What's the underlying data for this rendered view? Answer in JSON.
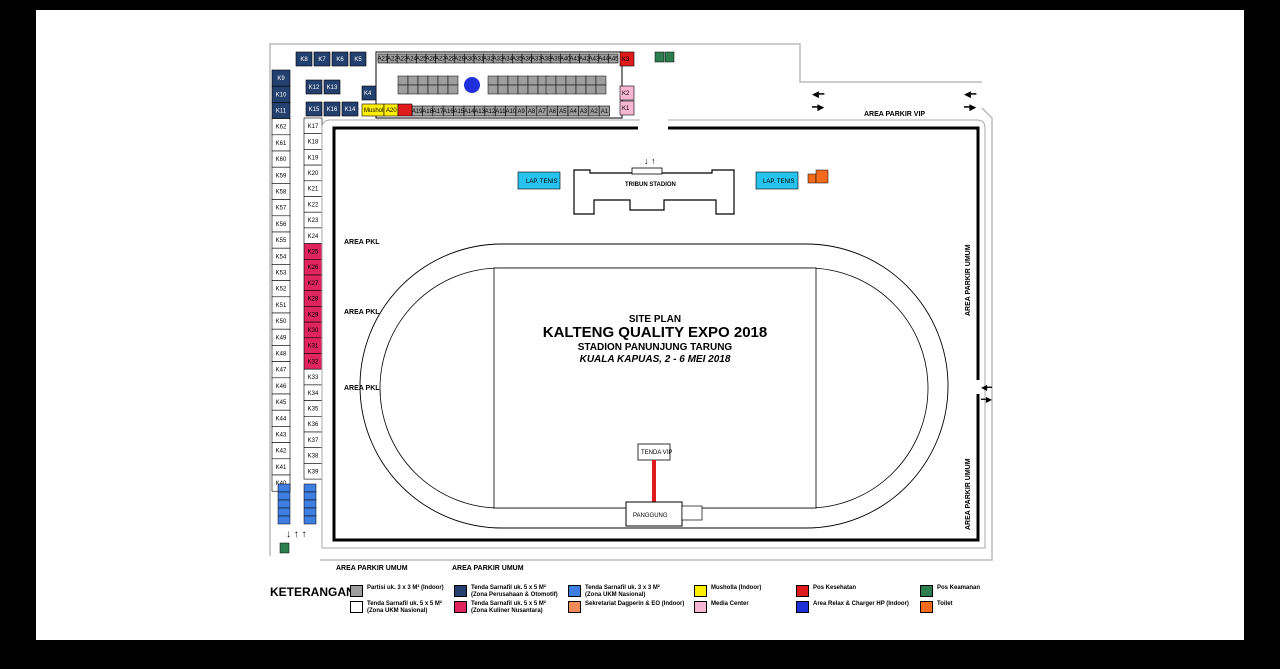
{
  "title": {
    "line1": "SITE PLAN",
    "line2": "KALTENG QUALITY EXPO 2018",
    "line3": "STADION PANUNJUNG TARUNG",
    "line4": "KUALA KAPUAS, 2 - 6 MEI 2018"
  },
  "labels": {
    "tribun": "TRIBUN STADION",
    "lap_tenis": "LAP. TENIS",
    "tenda_vip": "TENDA VIP",
    "panggung": "PANGGUNG",
    "area_parkir_vip": "AREA PARKIR VIP",
    "area_parkir_umum": "AREA PARKIR UMUM",
    "area_pkl": "AREA PKL",
    "mushola": "Mushola",
    "a20": "A20"
  },
  "booths": {
    "top": [
      "K8",
      "K7",
      "K6",
      "K5"
    ],
    "row_k": [
      "K12",
      "K13"
    ],
    "row_k2": [
      "K15",
      "K16",
      "K14"
    ],
    "k4": "K4",
    "k3": "K3",
    "k2": "K2",
    "k1": "K1",
    "left_col": [
      "K9",
      "K10",
      "K11",
      "K62",
      "K61",
      "K60",
      "K59",
      "K58",
      "K57",
      "K56",
      "K55",
      "K54",
      "K53",
      "K52",
      "K51",
      "K50",
      "K49",
      "K48",
      "K47",
      "K46",
      "K45",
      "K44",
      "K43",
      "K42",
      "K41",
      "K40"
    ],
    "right_col": [
      "K17",
      "K18",
      "K19",
      "K20",
      "K21",
      "K22",
      "K23",
      "K24",
      "K25",
      "K26",
      "K27",
      "K28",
      "K29",
      "K30",
      "K31",
      "K32",
      "K33",
      "K34",
      "K35",
      "K36",
      "K37",
      "K38",
      "K39"
    ],
    "a_top": [
      "A21",
      "A22",
      "A23",
      "A24",
      "A25",
      "A26",
      "A27",
      "A28",
      "A29",
      "A30",
      "A31",
      "A32",
      "A33",
      "A34",
      "A35",
      "A36",
      "A37",
      "A38",
      "A39",
      "A40",
      "A41",
      "A42",
      "A43",
      "A44",
      "A45"
    ],
    "a_bottom": [
      "A19",
      "A18",
      "A17",
      "A16",
      "A15",
      "A14",
      "A13",
      "A12",
      "A11",
      "A10",
      "A9",
      "A8",
      "A7",
      "A6",
      "A5",
      "A4",
      "A3",
      "A2",
      "A1"
    ]
  },
  "legend": {
    "title": "KETERANGAN :",
    "items": [
      {
        "line1": "Partisi uk. 3 x 3 M² (Indoor)",
        "line2": "",
        "color": "#9e9e9e"
      },
      {
        "line1": "Tenda Sarnafil uk. 5 x 5 M²",
        "line2": "(Zona Perusahaan & Otomotif)",
        "color": "#24406e"
      },
      {
        "line1": "Tenda Sarnafil uk. 3 x 3 M²",
        "line2": "(Zona UKM Nasional)",
        "color": "#3e7ee0"
      },
      {
        "line1": "Musholla (Indoor)",
        "line2": "",
        "color": "#ffee00"
      },
      {
        "line1": "Pos Kesehatan",
        "line2": "",
        "color": "#e01b1b"
      },
      {
        "line1": "Pos Keamanan",
        "line2": "",
        "color": "#2e7d4f"
      },
      {
        "line1": "Tenda Sarnafil uk. 5 x 5 M²",
        "line2": "(Zona UKM Nasional)",
        "color": "#ffffff"
      },
      {
        "line1": "Tenda Sarnafil uk. 5 x 5 M²",
        "line2": "(Zona Kuliner Nusantara)",
        "color": "#e0245e"
      },
      {
        "line1": "Sekretariat Dagperin & EO (Indoor)",
        "line2": "",
        "color": "#f08a5a"
      },
      {
        "line1": "Media Center",
        "line2": "",
        "color": "#f7b6d2"
      },
      {
        "line1": "Area Relax & Charger HP (Indoor)",
        "line2": "",
        "color": "#1f2fd9"
      },
      {
        "line1": "Toilet",
        "line2": "",
        "color": "#f26b1d"
      }
    ]
  },
  "colors": {
    "navy": "#24406e",
    "blue": "#3e7ee0",
    "pink": "#e0245e",
    "red": "#e01b1b",
    "cyan": "#27c3ee",
    "gray": "#9e9e9e",
    "green": "#2e7d4f",
    "orange": "#f26b1d",
    "yellow": "#ffee00",
    "lightpink": "#f7b6d2",
    "relax": "#1f2fd9"
  }
}
